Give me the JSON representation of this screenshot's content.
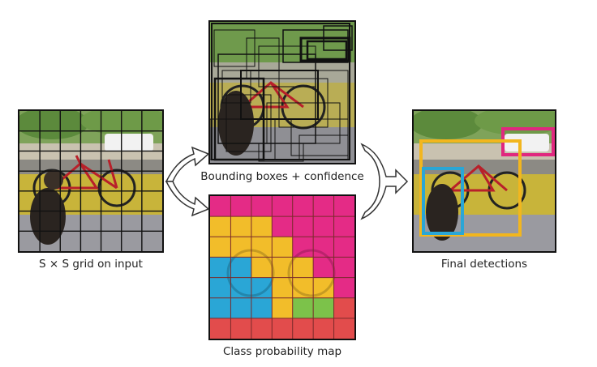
{
  "captions": {
    "grid_input": "S × S grid on input",
    "bounding_boxes": "Bounding boxes + confidence",
    "class_map": "Class probability map",
    "final": "Final detections"
  },
  "grid": {
    "rows": 7,
    "cols": 7
  },
  "class_map": {
    "colors": {
      "yellow": "#f2bd2a",
      "magenta": "#e42b86",
      "cyan": "#2aa6d6",
      "green": "#7cc24a",
      "red": "#e24c4c"
    },
    "cells": [
      [
        "magenta",
        "magenta",
        "magenta",
        "magenta",
        "magenta",
        "magenta",
        "magenta"
      ],
      [
        "yellow",
        "yellow",
        "yellow",
        "magenta",
        "magenta",
        "magenta",
        "magenta"
      ],
      [
        "yellow",
        "yellow",
        "yellow",
        "yellow",
        "magenta",
        "magenta",
        "magenta"
      ],
      [
        "cyan",
        "cyan",
        "yellow",
        "yellow",
        "yellow",
        "magenta",
        "magenta"
      ],
      [
        "cyan",
        "cyan",
        "cyan",
        "yellow",
        "yellow",
        "yellow",
        "magenta"
      ],
      [
        "cyan",
        "cyan",
        "cyan",
        "yellow",
        "green",
        "green",
        "red"
      ],
      [
        "red",
        "red",
        "red",
        "red",
        "red",
        "red",
        "red"
      ]
    ]
  },
  "detections": {
    "colors": {
      "car": "#e0287f",
      "bicycle": "#f2b61e",
      "dog": "#2aa6d6"
    }
  }
}
